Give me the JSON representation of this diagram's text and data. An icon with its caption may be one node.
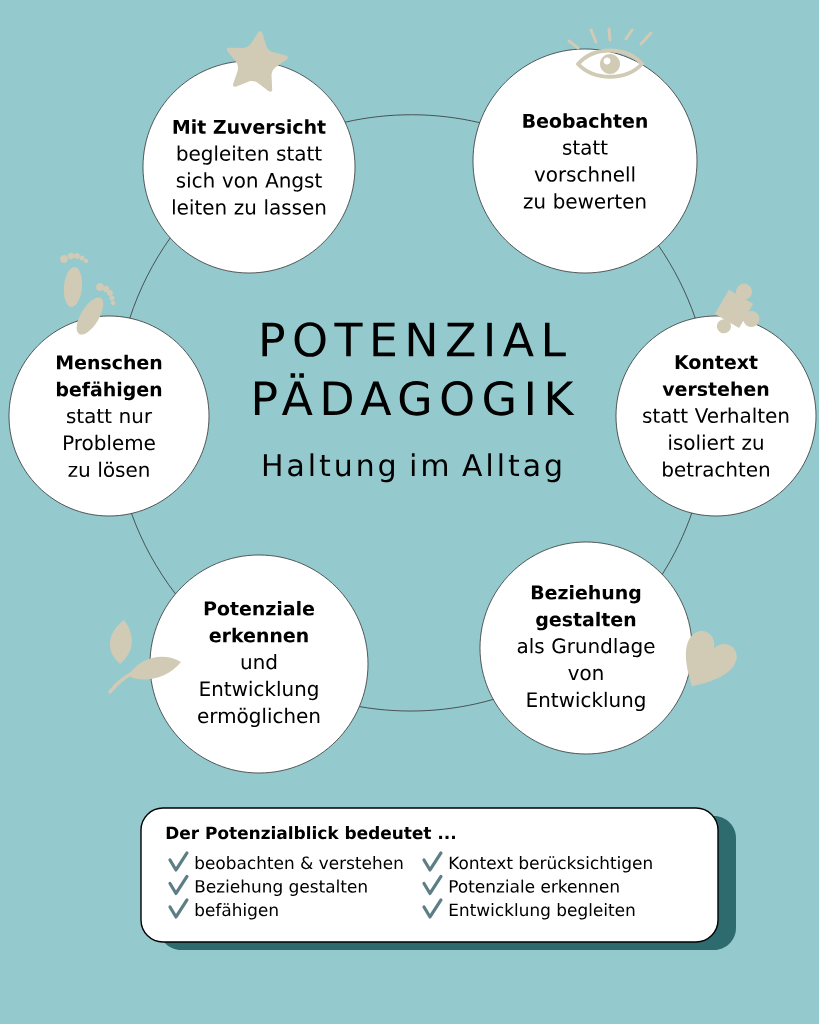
{
  "diagram": {
    "title": "POTENZIAL PÄDAGOGIK",
    "nodes": [
      {
        "text": [
          "Mit Zuversicht",
          "begleiten statt sich von Angst leiten zu lassen"
        ]
      },
      {
        "text": [
          "Beobachten",
          "statt vorschnell zu bewerten"
        ]
      },
      {
        "text": [
          "Kontext verstehen",
          "statt Verhalten isoliert zu betrachten"
        ]
      },
      {
        "text": [
          "Beziehung gestalten",
          "als Grundlage von Entwicklung"
        ]
      },
      {
        "text": [
          "Potenziale erkennen",
          "und Entwicklung ermöglichen"
        ]
      },
      {
        "text": [
          "Menschen befähigen",
          "statt nur Probleme zu lösen"
        ]
      },
      {
        "text": [
          "Der Potenzialblick bedeutet ...",
          "beobachten & verstehen",
          "Beziehung gestalten",
          "befähigen",
          "Kontext berücksichtigen",
          "Potenziale erkennen",
          "Entwicklung begleiten"
        ]
      }
    ],
    "edges": [
      {
        "from": 0,
        "to": 1,
        "arrow": "none"
      },
      {
        "from": 1,
        "to": 2,
        "arrow": "none"
      },
      {
        "from": 2,
        "to": 3,
        "arrow": "none"
      },
      {
        "from": 3,
        "to": 4,
        "arrow": "none"
      },
      {
        "from": 4,
        "to": 5,
        "arrow": "none"
      },
      {
        "from": 5,
        "to": 0,
        "arrow": "none"
      }
    ],
    "labels": [
      "Haltung im Alltag"
    ]
  }
}
